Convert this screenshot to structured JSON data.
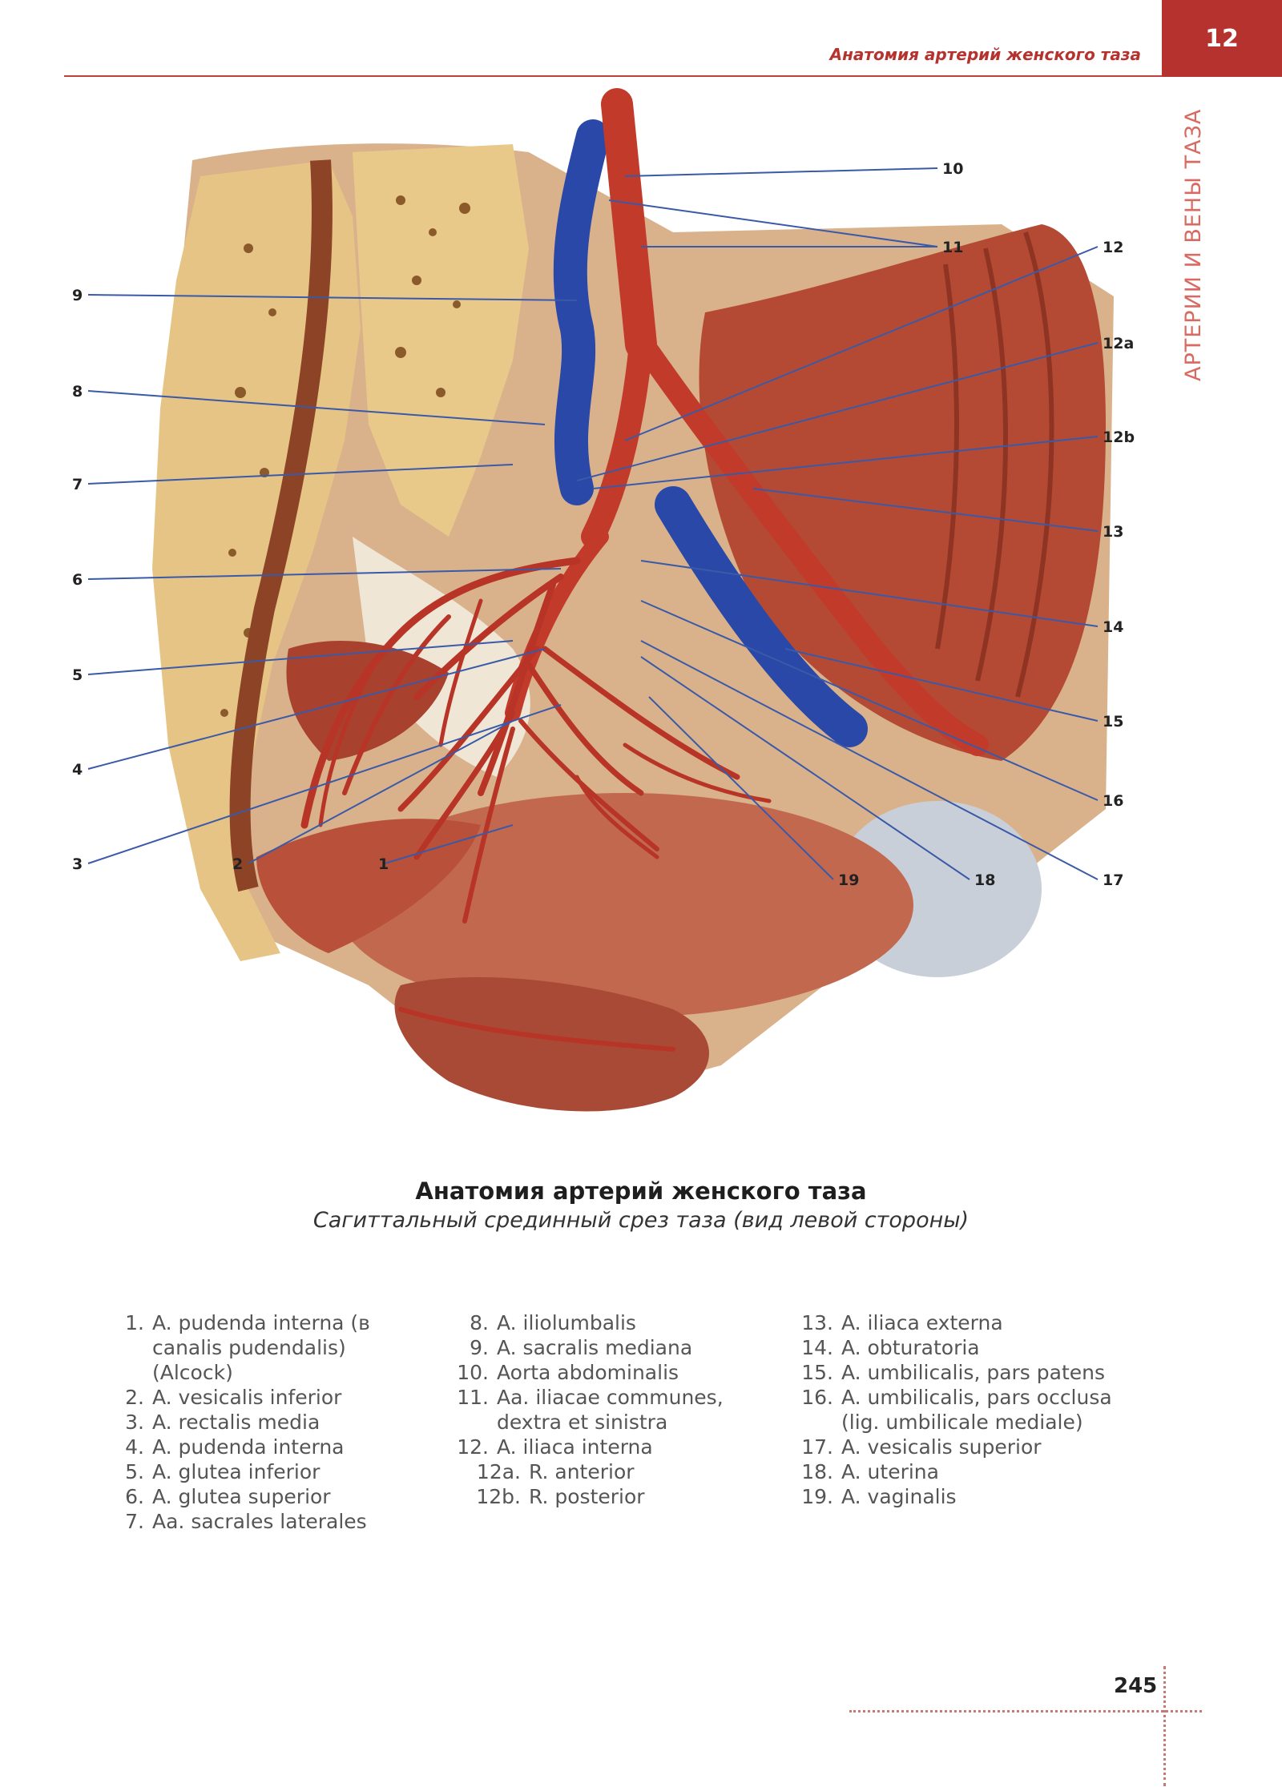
{
  "header": {
    "running_title": "Анатомия артерий женского таза",
    "chapter_number": "12",
    "side_title": "АРТЕРИИ И ВЕНЫ ТАЗА"
  },
  "figure": {
    "callouts": [
      "1",
      "2",
      "3",
      "4",
      "5",
      "6",
      "7",
      "8",
      "9",
      "10",
      "11",
      "12",
      "12a",
      "12b",
      "13",
      "14",
      "15",
      "16",
      "17",
      "18",
      "19"
    ]
  },
  "caption": {
    "title": "Анатомия артерий женского таза",
    "subtitle": "Сагиттальный срединный срез таза (вид левой стороны)"
  },
  "legend": {
    "col1": [
      {
        "num": "1.",
        "text": "A. pudenda interna (в canalis pudendalis) (Alcock)"
      },
      {
        "num": "2.",
        "text": "A. vesicalis inferior"
      },
      {
        "num": "3.",
        "text": "A. rectalis media"
      },
      {
        "num": "4.",
        "text": "A. pudenda interna"
      },
      {
        "num": "5.",
        "text": "A. glutea inferior"
      },
      {
        "num": "6.",
        "text": "A. glutea superior"
      },
      {
        "num": "7.",
        "text": "Aa. sacrales laterales"
      }
    ],
    "col2": [
      {
        "num": "8.",
        "text": "A. iliolumbalis"
      },
      {
        "num": "9.",
        "text": "A. sacralis mediana"
      },
      {
        "num": "10.",
        "text": "Aorta abdominalis"
      },
      {
        "num": "11.",
        "text": "Aa. iliacae communes, dextra et sinistra"
      },
      {
        "num": "12.",
        "text": "A. iliaca interna"
      },
      {
        "num": "12a.",
        "text": "R. anterior",
        "sub": true
      },
      {
        "num": "12b.",
        "text": "R. posterior",
        "sub": true
      }
    ],
    "col3": [
      {
        "num": "13.",
        "text": "A. iliaca externa"
      },
      {
        "num": "14.",
        "text": "A. obturatoria"
      },
      {
        "num": "15.",
        "text": "A. umbilicalis, pars patens"
      },
      {
        "num": "16.",
        "text": "A. umbilicalis, pars occlusa (lig. umbilicale mediale)"
      },
      {
        "num": "17.",
        "text": "A. vesicalis superior"
      },
      {
        "num": "18.",
        "text": "A. uterina"
      },
      {
        "num": "19.",
        "text": "A. vaginalis"
      }
    ]
  },
  "footer": {
    "page_number": "245"
  },
  "colors": {
    "accent": "#b5322f",
    "artery": "#c23a2a",
    "vein": "#2a48a8",
    "bone": "#e8c98a",
    "muscle": "#b8503a",
    "leader": "#3a5aa8"
  }
}
